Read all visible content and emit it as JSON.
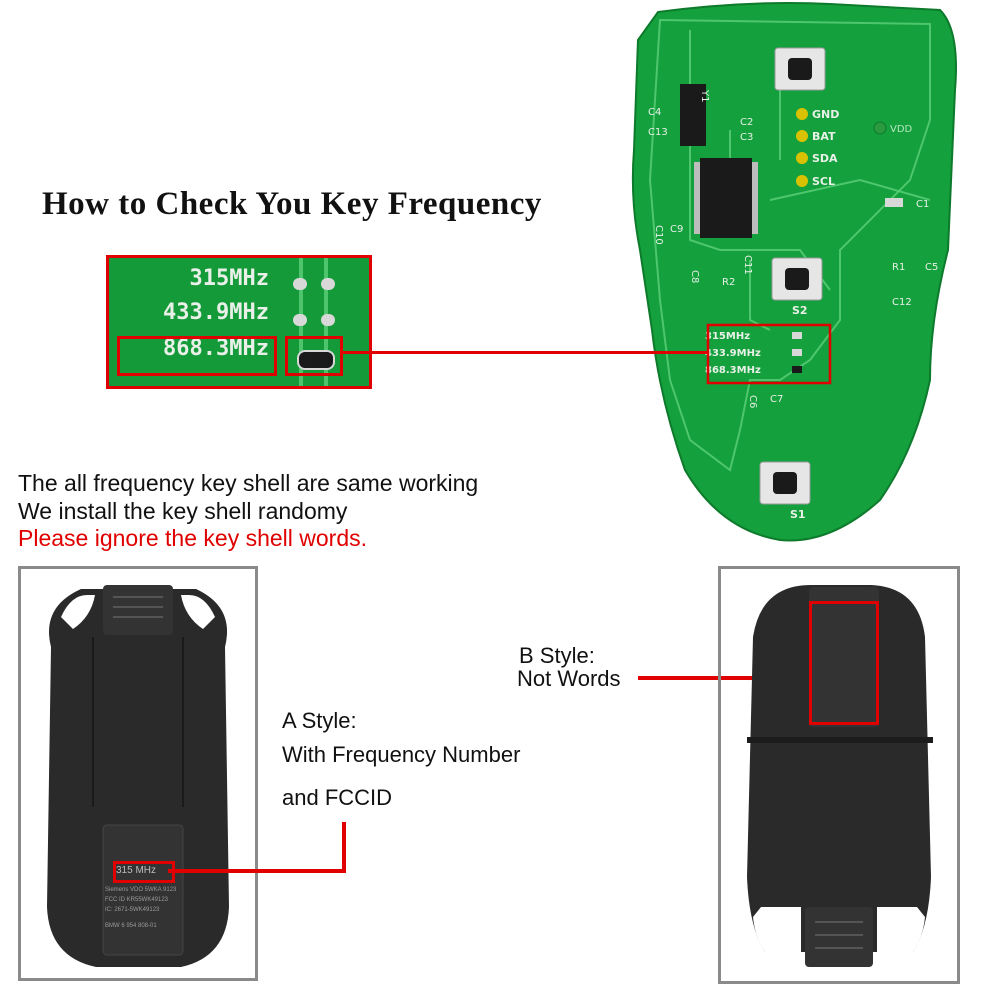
{
  "title": "How to Check You Key Frequency",
  "notes": {
    "line1": "The all frequency key shell are same working",
    "line2": "We install the key shell randomy",
    "line3": "Please ignore the key shell words."
  },
  "zoom_frequencies": [
    "315MHz",
    "433.9MHz",
    "868.3MHz"
  ],
  "pcb": {
    "frequencies": [
      "315MHz",
      "433.9MHz",
      "868.3MHz"
    ],
    "pins": [
      "GND",
      "BAT",
      "SDA",
      "SCL"
    ],
    "vdd": "VDD",
    "components": [
      "Y1",
      "C4",
      "C13",
      "C2",
      "C3",
      "C10",
      "C9",
      "C8",
      "C11",
      "C1",
      "R1",
      "C5",
      "C12",
      "S2",
      "C7",
      "C6",
      "S1",
      "R2"
    ]
  },
  "style_a": {
    "label_line1": "A Style:",
    "label_line2": "With Frequency Number",
    "label_line3": "and FCCID",
    "sticker": {
      "freq": "315 MHz",
      "line1": "Siemens VDO 5WKA 9123",
      "line2": "FCC ID KR55WK49123",
      "line3": "IC: 2671-5WK49123",
      "line4": "BMW  6 954 808-01"
    }
  },
  "style_b": {
    "label_line1": "B Style:",
    "label_line2": "Not Words"
  },
  "colors": {
    "pcb_green": "#14a03c",
    "callout_red": "#e00000",
    "key_body": "#2a2a2a",
    "frame_gray": "#8a8a8a"
  }
}
